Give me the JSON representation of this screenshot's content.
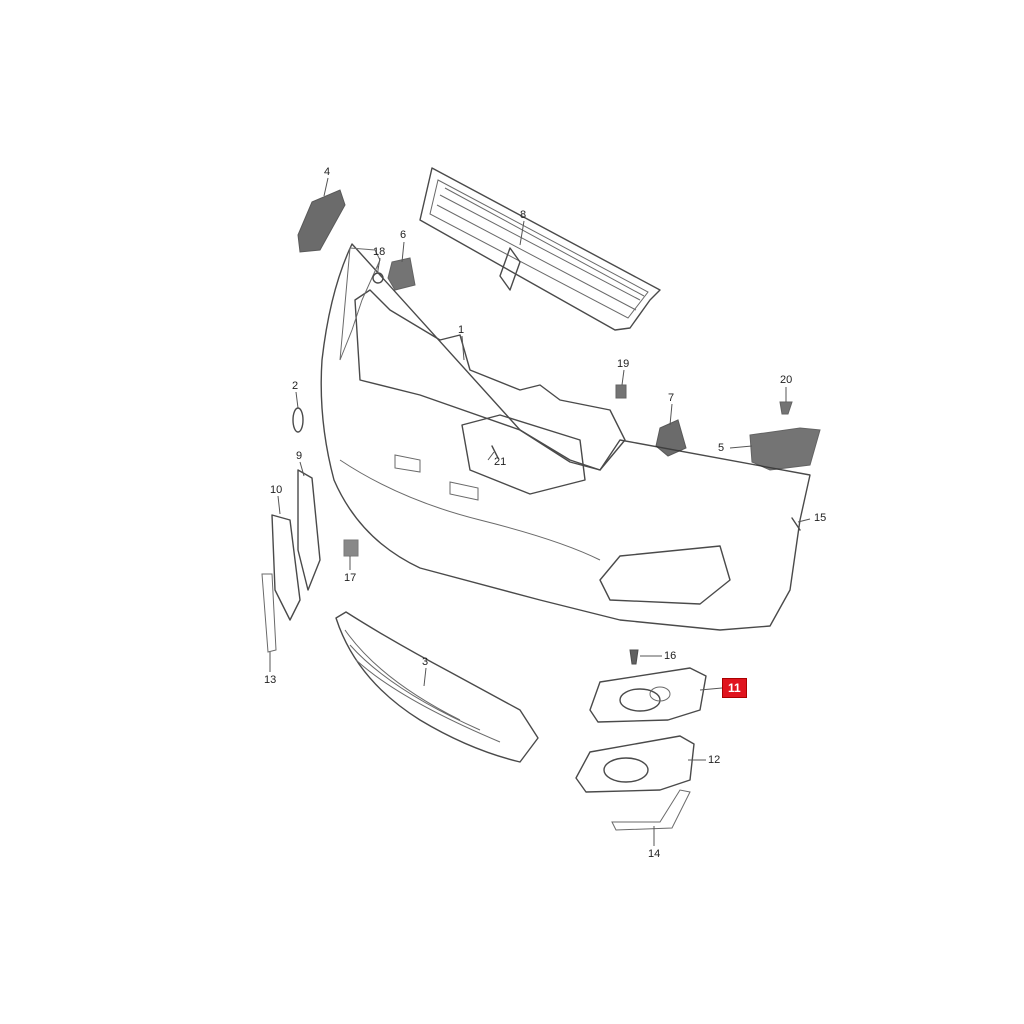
{
  "callouts": [
    {
      "id": "1",
      "text": "1"
    },
    {
      "id": "2",
      "text": "2"
    },
    {
      "id": "3",
      "text": "3"
    },
    {
      "id": "4",
      "text": "4"
    },
    {
      "id": "5",
      "text": "5"
    },
    {
      "id": "6",
      "text": "6"
    },
    {
      "id": "7",
      "text": "7"
    },
    {
      "id": "8",
      "text": "8"
    },
    {
      "id": "9",
      "text": "9"
    },
    {
      "id": "10",
      "text": "10"
    },
    {
      "id": "11",
      "text": "11",
      "highlighted": true
    },
    {
      "id": "12",
      "text": "12"
    },
    {
      "id": "13",
      "text": "13"
    },
    {
      "id": "14",
      "text": "14"
    },
    {
      "id": "15",
      "text": "15"
    },
    {
      "id": "16",
      "text": "16"
    },
    {
      "id": "17",
      "text": "17"
    },
    {
      "id": "18",
      "text": "18"
    },
    {
      "id": "19",
      "text": "19"
    },
    {
      "id": "20",
      "text": "20"
    },
    {
      "id": "21",
      "text": "21"
    }
  ],
  "colors": {
    "highlight": "#e0141e",
    "line": "#4a4a4a",
    "background": "#ffffff"
  }
}
